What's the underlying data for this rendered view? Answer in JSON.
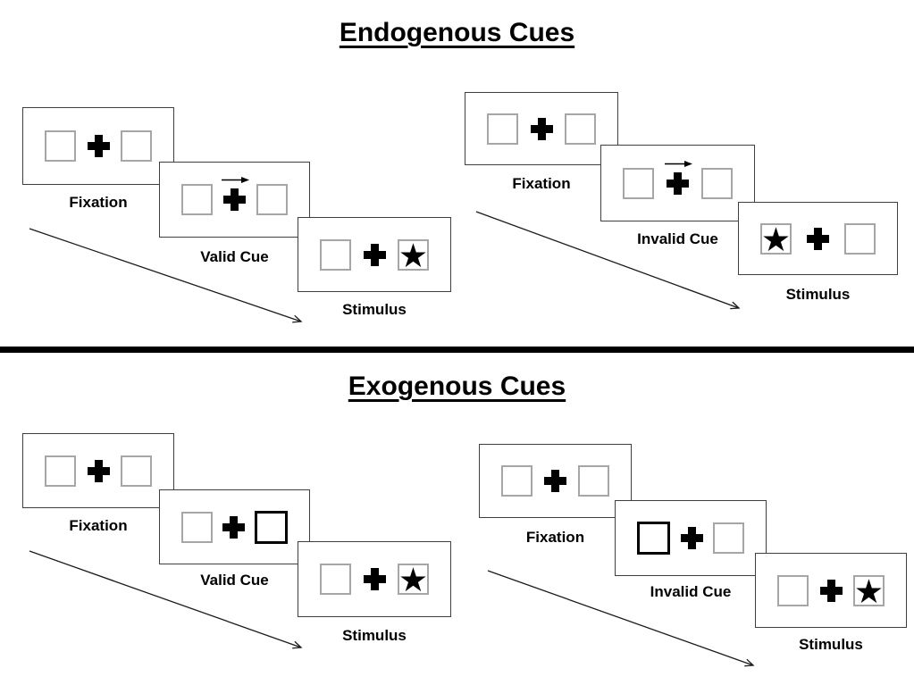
{
  "titles": {
    "endogenous": "Endogenous Cues",
    "exogenous": "Exogenous Cues"
  },
  "labels": {
    "fixation": "Fixation",
    "valid_cue": "Valid Cue",
    "invalid_cue": "Invalid Cue",
    "stimulus": "Stimulus"
  },
  "icons": {
    "star": "★",
    "fixation_cross": "plus-cross",
    "cue_arrow": "right-arrow"
  },
  "colors": {
    "background": "#ffffff",
    "ink": "#000000",
    "panel_border": "#3f3f3f",
    "box_border": "#a6a6a6",
    "cue_box_border": "#000000",
    "divider": "#000000"
  },
  "diagram": {
    "sections": [
      {
        "title": "Endogenous Cues",
        "cue_type": "central arrow above fixation cross",
        "trials": [
          {
            "name": "valid",
            "steps": [
              "Fixation",
              "Valid Cue",
              "Stimulus"
            ],
            "cue_arrow_direction": "right",
            "stimulus_side": "right"
          },
          {
            "name": "invalid",
            "steps": [
              "Fixation",
              "Invalid Cue",
              "Stimulus"
            ],
            "cue_arrow_direction": "right",
            "stimulus_side": "left"
          }
        ]
      },
      {
        "title": "Exogenous Cues",
        "cue_type": "peripheral thick box highlight",
        "trials": [
          {
            "name": "valid",
            "steps": [
              "Fixation",
              "Valid Cue",
              "Stimulus"
            ],
            "cue_box_side": "right",
            "stimulus_side": "right"
          },
          {
            "name": "invalid",
            "steps": [
              "Fixation",
              "Invalid Cue",
              "Stimulus"
            ],
            "cue_box_side": "left",
            "stimulus_side": "right"
          }
        ]
      }
    ]
  }
}
